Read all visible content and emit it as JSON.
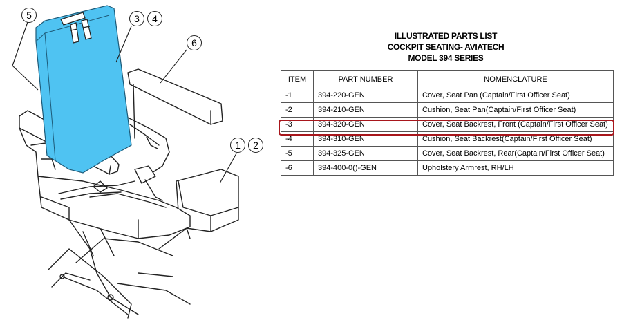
{
  "diagram": {
    "callouts": {
      "c1": "1",
      "c2": "2",
      "c3": "3",
      "c4": "4",
      "c5": "5",
      "c6": "6"
    },
    "highlight_color": "#4fc3f2"
  },
  "ipl": {
    "title_line1": "ILLUSTRATED PARTS LIST",
    "title_line2": "COCKPIT SEATING- AVIATECH",
    "title_line3": "MODEL 394 SERIES",
    "columns": [
      "ITEM",
      "PART NUMBER",
      "NOMENCLATURE"
    ],
    "rows": [
      {
        "item": "-1",
        "part": "394-220-GEN",
        "name": "Cover, Seat Pan (Captain/First Officer Seat)"
      },
      {
        "item": "-2",
        "part": "394-210-GEN",
        "name": "Cushion, Seat Pan(Captain/First Officer Seat)"
      },
      {
        "item": "-3",
        "part": "394-320-GEN",
        "name": "Cover, Seat Backrest, Front (Captain/First Officer Seat)"
      },
      {
        "item": "-4",
        "part": "394-310-GEN",
        "name": "Cushion, Seat Backrest(Captain/First Officer Seat)"
      },
      {
        "item": "-5",
        "part": "394-325-GEN",
        "name": "Cover, Seat Backrest, Rear(Captain/First Officer Seat)"
      },
      {
        "item": "-6",
        "part": "394-400-0()-GEN",
        "name": "Upholstery Armrest, RH/LH"
      }
    ],
    "highlight_border_color": "#a8161c"
  }
}
